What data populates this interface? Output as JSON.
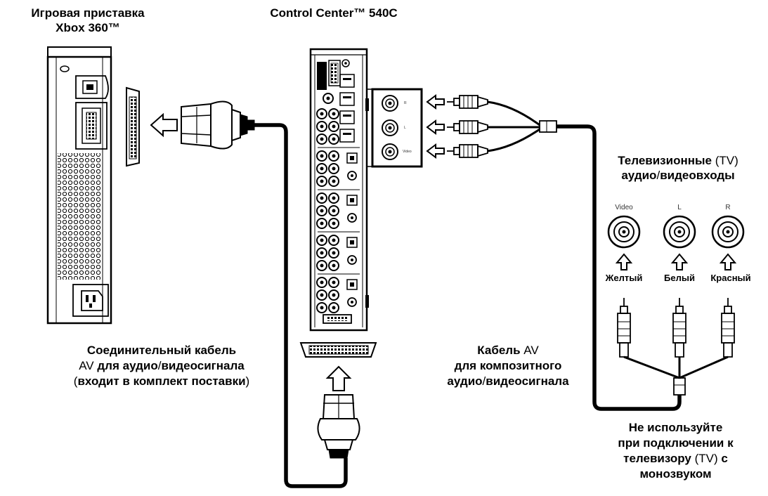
{
  "labels": {
    "xbox_title_1": "Игровая приставка",
    "xbox_title_2": "Xbox 360™",
    "cc_title": "Control Center™ 540C",
    "tv_inputs_1a": "Телевизионные",
    "tv_inputs_1b": " (TV)",
    "tv_inputs_2a": "аудио",
    "tv_inputs_2b": "/",
    "tv_inputs_2c": "видеовходы",
    "av_cable_1a": "Соединительный кабель",
    "av_cable_2a": "AV",
    "av_cable_2b": " для аудио",
    "av_cable_2c": "/",
    "av_cable_2d": "видеосигнала",
    "av_cable_3a": "(",
    "av_cable_3b": "входит в комплект поставки",
    "av_cable_3c": ")",
    "comp_cable_1a": "Кабель",
    "comp_cable_1b": " AV",
    "comp_cable_2": "для композитного",
    "comp_cable_3a": "аудио",
    "comp_cable_3b": "/",
    "comp_cable_3c": "видеосигнала",
    "mono_1": "Не используйте",
    "mono_2": "при подключении к",
    "mono_3a": "телевизору",
    "mono_3b": " (TV) ",
    "mono_3c": "с",
    "mono_4": "монозвуком"
  },
  "tv_jacks": {
    "video": "Video",
    "left": "L",
    "right": "R",
    "yellow": "Желтый",
    "white": "Белый",
    "red": "Красный"
  },
  "cc_jacks": {
    "right": "R",
    "left": "L",
    "video": "Video"
  }
}
